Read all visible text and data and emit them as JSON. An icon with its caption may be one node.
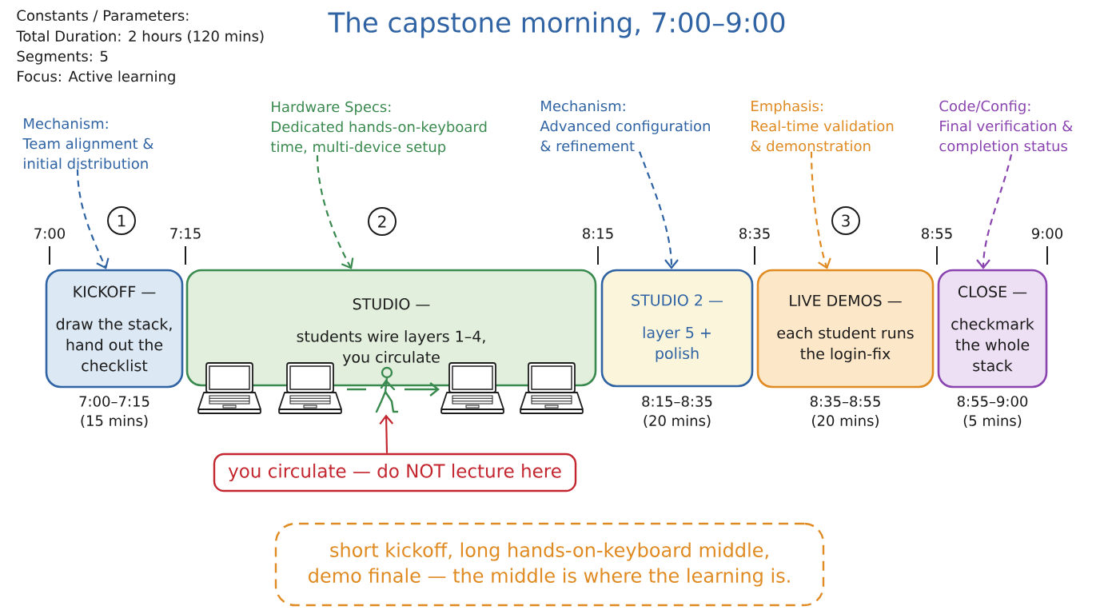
{
  "diagram": {
    "title": "The capstone morning, 7:00–9:00",
    "nodes": [
      {
        "text": [
          "Mechanism:",
          "Team alignment & initial distribution"
        ]
      },
      {
        "text": [
          "Hardware Specs:",
          "Dedicated hands-on-keyboard time, multi-device setup"
        ]
      },
      {
        "text": [
          "Mechanism:",
          "Advanced configuration & refinement"
        ]
      },
      {
        "text": [
          "Emphasis:",
          "Real-time validation & demonstration"
        ]
      },
      {
        "text": [
          "Code/Config:",
          "Final verification & completion status"
        ]
      },
      {
        "text": [
          "1"
        ]
      },
      {
        "text": [
          "2"
        ]
      },
      {
        "text": [
          "3"
        ]
      },
      {
        "text": [
          "KICKOFF —",
          "draw the stack, hand out the checklist"
        ],
        "beside": [
          "7:00–7:15",
          "(15 mins)"
        ]
      },
      {
        "text": [
          "STUDIO —",
          "students wire layers 1–4, you circulate"
        ]
      },
      {
        "text": [
          "STUDIO 2 —",
          "layer 5 + polish"
        ],
        "beside": [
          "8:15–8:35",
          "(20 mins)"
        ]
      },
      {
        "text": [
          "LIVE DEMOS —",
          "each student runs the login-fix"
        ],
        "beside": [
          "8:35–8:55",
          "(20 mins)"
        ]
      },
      {
        "text": [
          "CLOSE —",
          "checkmark the whole stack"
        ],
        "beside": [
          "8:55–9:00",
          "(5 mins)"
        ]
      },
      {
        "text": [],
        "shape": "person"
      },
      {
        "text": [
          "you circulate — do NOT lecture here"
        ]
      },
      {
        "text": [
          "short kickoff, long hands-on-keyboard middle, demo finale — the middle is where the learning is."
        ]
      }
    ],
    "edges": [
      {
        "from": 0,
        "to": 8,
        "arrow": "to",
        "style": "dashed",
        "color": "#2f63a3"
      },
      {
        "from": 1,
        "to": 9,
        "arrow": "to",
        "style": "dashed",
        "color": "#3a8a4f"
      },
      {
        "from": 2,
        "to": 10,
        "arrow": "to",
        "style": "dashed",
        "color": "#2f63a3"
      },
      {
        "from": 3,
        "to": 11,
        "arrow": "to",
        "style": "dashed",
        "color": "#e08a22"
      },
      {
        "from": 4,
        "to": 12,
        "arrow": "to",
        "style": "dashed",
        "color": "#8a44b0"
      },
      {
        "from": 14,
        "to": 13,
        "arrow": "to",
        "color": "#c3262f"
      }
    ],
    "labels": [
      "Constants / Parameters:",
      "Total Duration: 2 hours (120 mins)",
      "Segments: 5",
      "Focus: Active learning",
      "7:00",
      "7:15",
      "8:15",
      "8:35",
      "8:55",
      "9:00"
    ]
  }
}
